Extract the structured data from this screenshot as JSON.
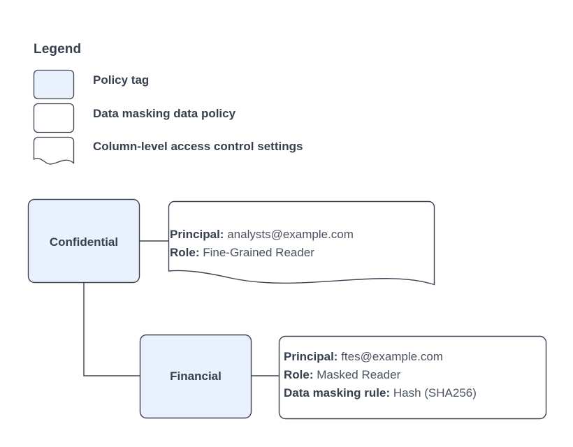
{
  "diagram": {
    "type": "policy-tag-hierarchy",
    "colors": {
      "node_fill": "#e9f1fd",
      "stroke": "#3b4351",
      "text": "#37404e",
      "value_text": "#4a5360",
      "background": "#ffffff"
    }
  },
  "legend": {
    "title": "Legend",
    "items": [
      {
        "label": "Policy tag",
        "shape": "rounded-rect",
        "fill": "#e9f1fd",
        "icon": "policy-tag-swatch-icon"
      },
      {
        "label": "Data masking data policy",
        "shape": "rounded-rect",
        "fill": "#ffffff",
        "icon": "data-masking-policy-swatch-icon"
      },
      {
        "label": "Column-level access control settings",
        "shape": "wavy-bottom-rect",
        "fill": "#ffffff",
        "icon": "access-control-settings-swatch-icon"
      }
    ]
  },
  "nodes": [
    {
      "id": "confidential",
      "label": "Confidential",
      "shape": "rounded-rect",
      "fill": "#e9f1fd"
    },
    {
      "id": "financial",
      "label": "Financial",
      "shape": "rounded-rect",
      "fill": "#e9f1fd"
    }
  ],
  "callouts": [
    {
      "id": "confidential-access-control",
      "shape": "wavy-bottom-rect",
      "attached_to": "confidential",
      "rows": [
        {
          "key": "Principal:",
          "value": "analysts@example.com"
        },
        {
          "key": "Role:",
          "value": "Fine-Grained Reader"
        }
      ]
    },
    {
      "id": "financial-data-masking-policy",
      "shape": "rounded-rect",
      "attached_to": "financial",
      "rows": [
        {
          "key": "Principal:",
          "value": "ftes@example.com"
        },
        {
          "key": "Role:",
          "value": "Masked Reader"
        },
        {
          "key": "Data masking rule:",
          "value": "Hash (SHA256)"
        }
      ]
    }
  ],
  "connectors": [
    {
      "id": "confidential-to-callout",
      "from": "confidential",
      "to": "confidential-access-control",
      "style": "straight"
    },
    {
      "id": "confidential-to-financial",
      "from": "confidential",
      "to": "financial",
      "style": "elbow"
    },
    {
      "id": "financial-to-callout",
      "from": "financial",
      "to": "financial-data-masking-policy",
      "style": "straight"
    }
  ]
}
